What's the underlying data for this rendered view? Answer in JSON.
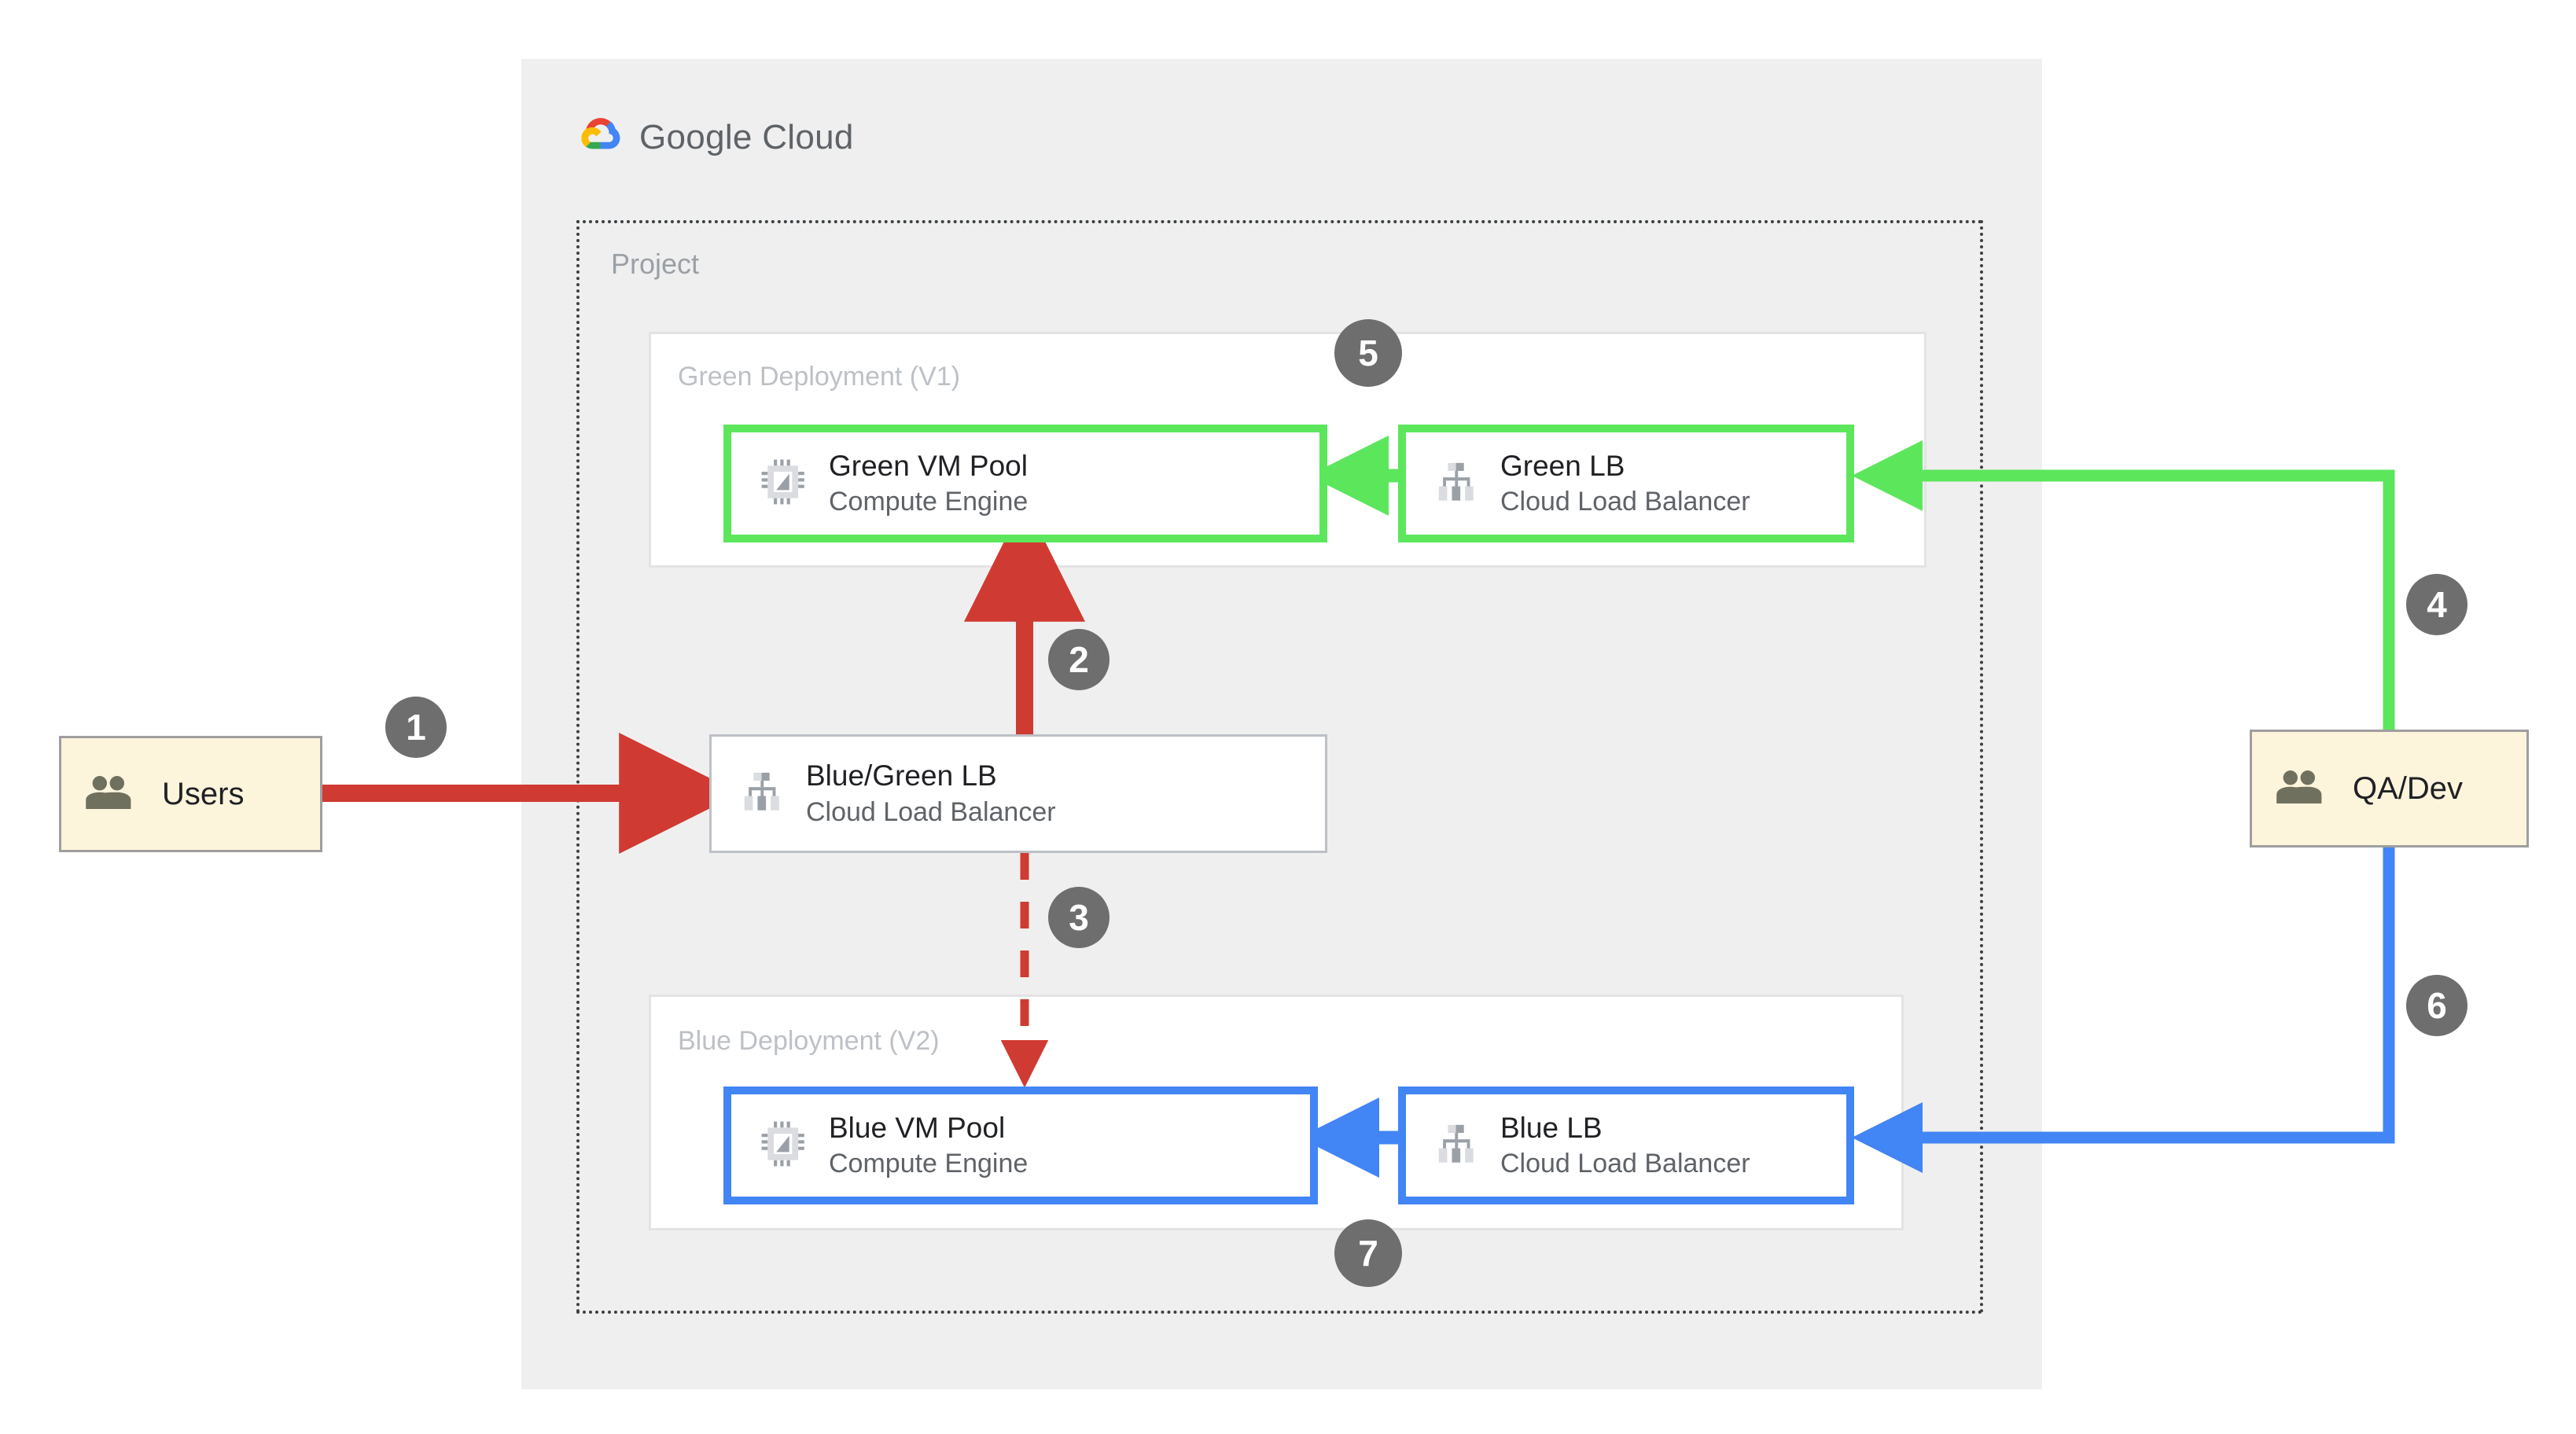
{
  "brand": {
    "name_part1": "Google",
    "name_part2": "Cloud",
    "logo_icon": "google-cloud-logo-icon",
    "colors": {
      "red": "#ea4335",
      "yellow": "#fbbc04",
      "green": "#34a853",
      "blue": "#4285f4",
      "text": "#5f6368"
    }
  },
  "containers": {
    "project_label": "Project",
    "green_deployment_label": "Green Deployment (V1)",
    "blue_deployment_label": "Blue Deployment (V2)"
  },
  "actors": {
    "users": {
      "label": "Users",
      "icon": "people-icon",
      "fill": "#fdf4dc"
    },
    "qadev": {
      "label": "QA/Dev",
      "icon": "people-icon",
      "fill": "#fdf4dc"
    }
  },
  "nodes": {
    "green_vm": {
      "title": "Green VM Pool",
      "subtitle": "Compute Engine",
      "icon": "compute-engine-cpu-icon",
      "accent": "#5ce65c"
    },
    "green_lb": {
      "title": "Green LB",
      "subtitle": "Cloud Load Balancer",
      "icon": "cloud-load-balancer-icon",
      "accent": "#5ce65c"
    },
    "bluegreen_lb": {
      "title": "Blue/Green LB",
      "subtitle": "Cloud Load Balancer",
      "icon": "cloud-load-balancer-icon",
      "accent": "#bdc1c6"
    },
    "blue_vm": {
      "title": "Blue VM Pool",
      "subtitle": "Compute Engine",
      "icon": "compute-engine-cpu-icon",
      "accent": "#4285f4"
    },
    "blue_lb": {
      "title": "Blue LB",
      "subtitle": "Cloud Load Balancer",
      "icon": "cloud-load-balancer-icon",
      "accent": "#4285f4"
    }
  },
  "steps": [
    {
      "n": "1",
      "color": "#6e6e6e"
    },
    {
      "n": "2",
      "color": "#6e6e6e"
    },
    {
      "n": "3",
      "color": "#6e6e6e"
    },
    {
      "n": "4",
      "color": "#6e6e6e"
    },
    {
      "n": "5",
      "color": "#6e6e6e"
    },
    {
      "n": "6",
      "color": "#6e6e6e"
    },
    {
      "n": "7",
      "color": "#6e6e6e"
    }
  ],
  "flows": {
    "red": "#cf3b32",
    "green": "#5ce65c",
    "blue": "#4285f4"
  }
}
